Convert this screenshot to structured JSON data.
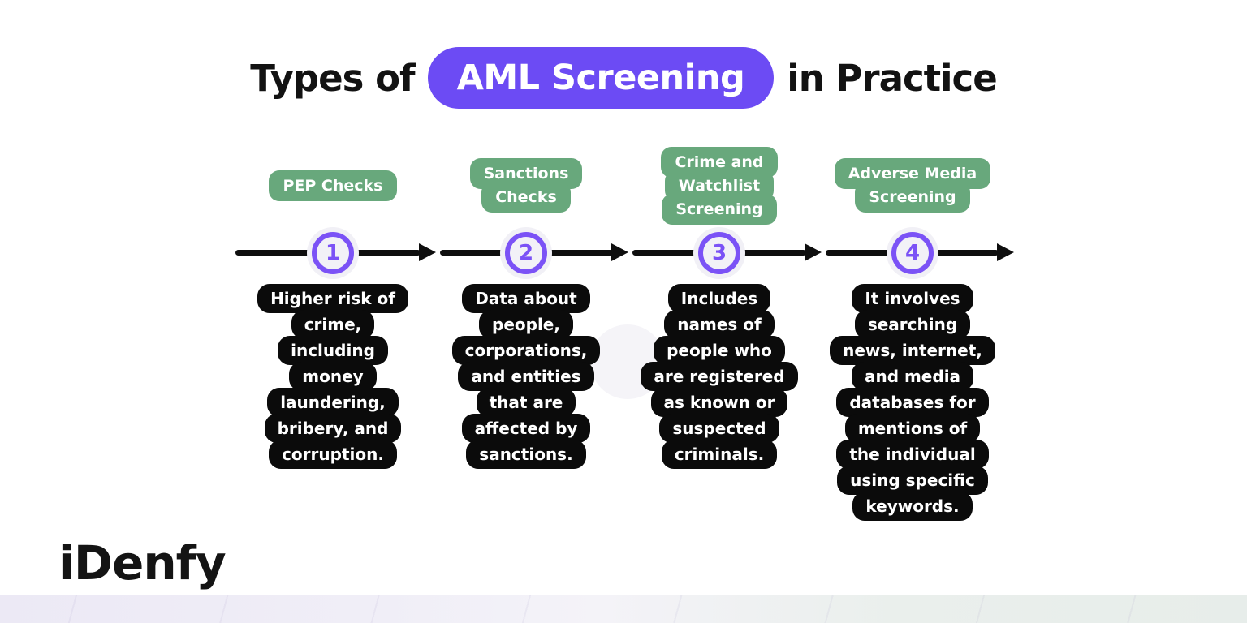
{
  "title": {
    "prefix": "Types of",
    "highlight": "AML Screening",
    "suffix": "in Practice"
  },
  "brand": {
    "logo_text": "iDenfy"
  },
  "colors": {
    "accent_purple": "#6C4BF4",
    "node_purple": "#7B52F6",
    "label_green": "#68A87C",
    "block_black": "#0B0B0B",
    "halo_gray": "#F1F0F6",
    "footer_lavender": "#ECE9F5",
    "footer_green": "#E7EDEA"
  },
  "steps": [
    {
      "number": "1",
      "label_lines": [
        "PEP Checks"
      ],
      "desc_lines": [
        "Higher risk of",
        "crime,",
        "including",
        "money",
        "laundering,",
        "bribery, and",
        "corruption."
      ]
    },
    {
      "number": "2",
      "label_lines": [
        "Sanctions",
        "Checks"
      ],
      "desc_lines": [
        "Data about",
        "people,",
        "corporations,",
        "and entities",
        "that are",
        "affected by",
        "sanctions."
      ]
    },
    {
      "number": "3",
      "label_lines": [
        "Crime and",
        "Watchlist",
        "Screening"
      ],
      "desc_lines": [
        "Includes",
        "names of",
        "people who",
        "are registered",
        "as known or",
        "suspected",
        "criminals."
      ]
    },
    {
      "number": "4",
      "label_lines": [
        "Adverse Media",
        "Screening"
      ],
      "desc_lines": [
        "It involves",
        "searching",
        "news, internet,",
        "and media",
        "databases for",
        "mentions of",
        "the individual",
        "using specific",
        "keywords."
      ]
    }
  ]
}
